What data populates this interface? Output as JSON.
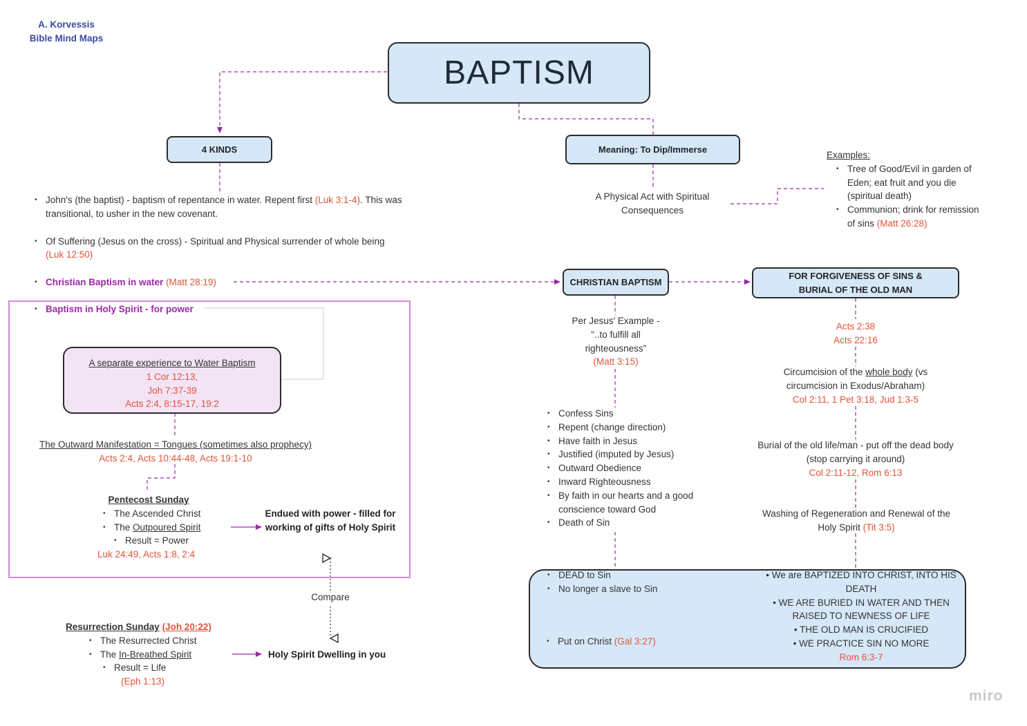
{
  "author": {
    "name": "A. Korvessis",
    "series": "Bible Mind Maps"
  },
  "title": "BAPTISM",
  "kinds": {
    "header": "4 KINDS",
    "johns": {
      "text": "John's (the baptist) - baptism of repentance in water. Repent first ",
      "ref": "(Luk 3:1-4)",
      "text2": ". This was transitional, to usher in the new covenant."
    },
    "suffering": {
      "text": "Of Suffering (Jesus on the cross) - Spiritual and Physical surrender of whole being",
      "ref": "(Luk 12:50)"
    },
    "christian": {
      "label": "Christian Baptism in water",
      "ref": "(Matt 28:19)"
    },
    "holy_spirit": {
      "label": "Baptism in Holy Spirit - for power"
    }
  },
  "separate": {
    "title": "A separate experience to Water Baptism",
    "refs": [
      "1 Cor 12:13,",
      "Joh 7:37-39",
      "Acts 2:4, 8:15-17, 19:2"
    ]
  },
  "outward": {
    "title": "The Outward Manifestation = Tongues (sometimes also prophecy)",
    "ref": "Acts 2:4, Acts 10:44-48, Acts 19:1-10"
  },
  "pentecost": {
    "title": "Pentecost Sunday",
    "items": [
      "The Ascended Christ",
      "The ",
      "Outpoured Spirit",
      "Result = Power"
    ],
    "ref": "Luk 24:49, Acts 1:8, 2:4",
    "result": "Endued with power - filled for working of gifts of Holy Spirit"
  },
  "compare": "Compare",
  "resurrection": {
    "title": "Resurrection Sunday",
    "title_ref": "(Joh 20:22)",
    "item1": "The Resurrected Christ",
    "item2_pre": "The ",
    "item2_u": "In-Breathed Spirit",
    "item3": "Result = Life",
    "ref": "(Eph 1:13)",
    "result": "Holy Spirit Dwelling in you"
  },
  "meaning": {
    "header": "Meaning: To Dip/Immerse",
    "sub": "A Physical Act with Spiritual Consequences",
    "examples_title": "Examples:",
    "ex1": "Tree of Good/Evil in garden of Eden; eat fruit and you die (spiritual death)",
    "ex2": "Communion; drink for remission of sins ",
    "ex2_ref": "(Matt 26:28)"
  },
  "christian_baptism": {
    "header": "CHRISTIAN BAPTISM",
    "per": "Per Jesus' Example - \"..to fulfill all righteousness\"",
    "per_ref": "(Matt 3:15)",
    "list": [
      "Confess Sins",
      "Repent (change direction)",
      "Have faith in Jesus",
      "Justified (imputed by Jesus)",
      "Outward Obedience",
      "Inward Righteousness",
      "By faith in our hearts and a good conscience toward God",
      "Death of Sin"
    ]
  },
  "forgiveness": {
    "header": "FOR FORGIVENESS OF SINS & BURIAL OF THE OLD MAN",
    "refs": [
      "Acts 2:38",
      "Acts 22:16"
    ],
    "circ_pre": "Circumcision of the ",
    "circ_u": "whole body",
    "circ_post": " (vs circumcision in Exodus/Abraham)",
    "circ_ref": "Col 2:11, 1 Pet 3:18, Jud 1:3-5",
    "burial": "Burial of the old life/man - put off the dead body (stop carrying it around)",
    "burial_ref": "Col 2:11-12, Rom 6:13",
    "washing": "Washing of Regeneration and Renewal of the Holy Spirit ",
    "washing_ref": "(Tit 3:5)"
  },
  "bottom": {
    "left": [
      "DEAD to Sin",
      "No longer a slave to Sin"
    ],
    "put_on": "Put on Christ ",
    "put_on_ref": "(Gal 3:27)",
    "right": [
      "We are BAPTIZED INTO CHRIST, INTO HIS DEATH",
      "WE ARE BURIED IN WATER AND THEN RAISED TO NEWNESS OF LIFE",
      "THE OLD MAN IS CRUCIFIED",
      "WE PRACTICE SIN NO MORE"
    ],
    "right_ref": "Rom 6:3-7"
  },
  "watermark": "miro",
  "colors": {
    "node_fill": "#d6e8f8",
    "pink_fill": "#f3e4f5",
    "connector": "#9c27a8",
    "reference": "#e0533a",
    "frame": "#d38ad9"
  }
}
